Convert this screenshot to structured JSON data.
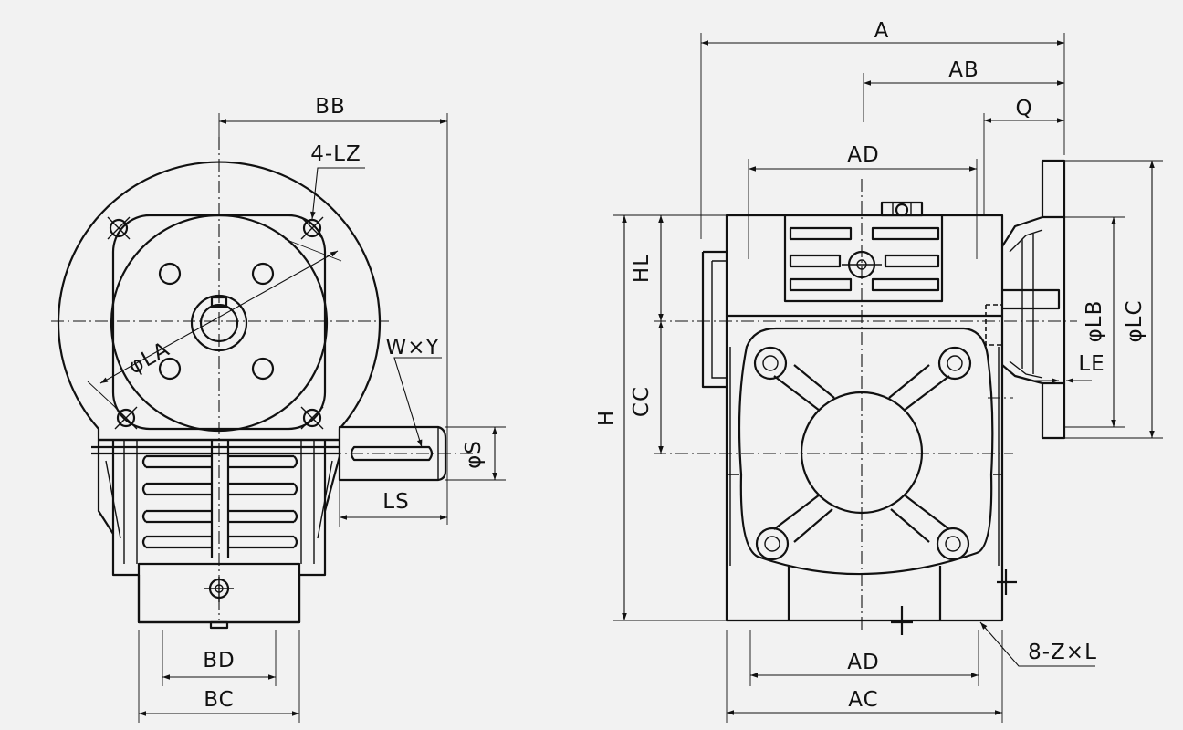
{
  "diagram": {
    "colors": {
      "line": "#111111",
      "background": "#f2f2f2"
    },
    "labels": {
      "A": "A",
      "AB": "AB",
      "Q": "Q",
      "AD_top": "AD",
      "BB": "BB",
      "four_LZ": "4-LZ",
      "LA": "φLA",
      "WxY": "W×Y",
      "S": "φS",
      "LS": "LS",
      "BD": "BD",
      "BC": "BC",
      "HL": "HL",
      "CC": "CC",
      "H": "H",
      "LB": "φLB",
      "LC": "φLC",
      "LE": "LE",
      "AD_bottom": "AD",
      "AC": "AC",
      "eight_ZxL": "8-Z×L"
    }
  }
}
